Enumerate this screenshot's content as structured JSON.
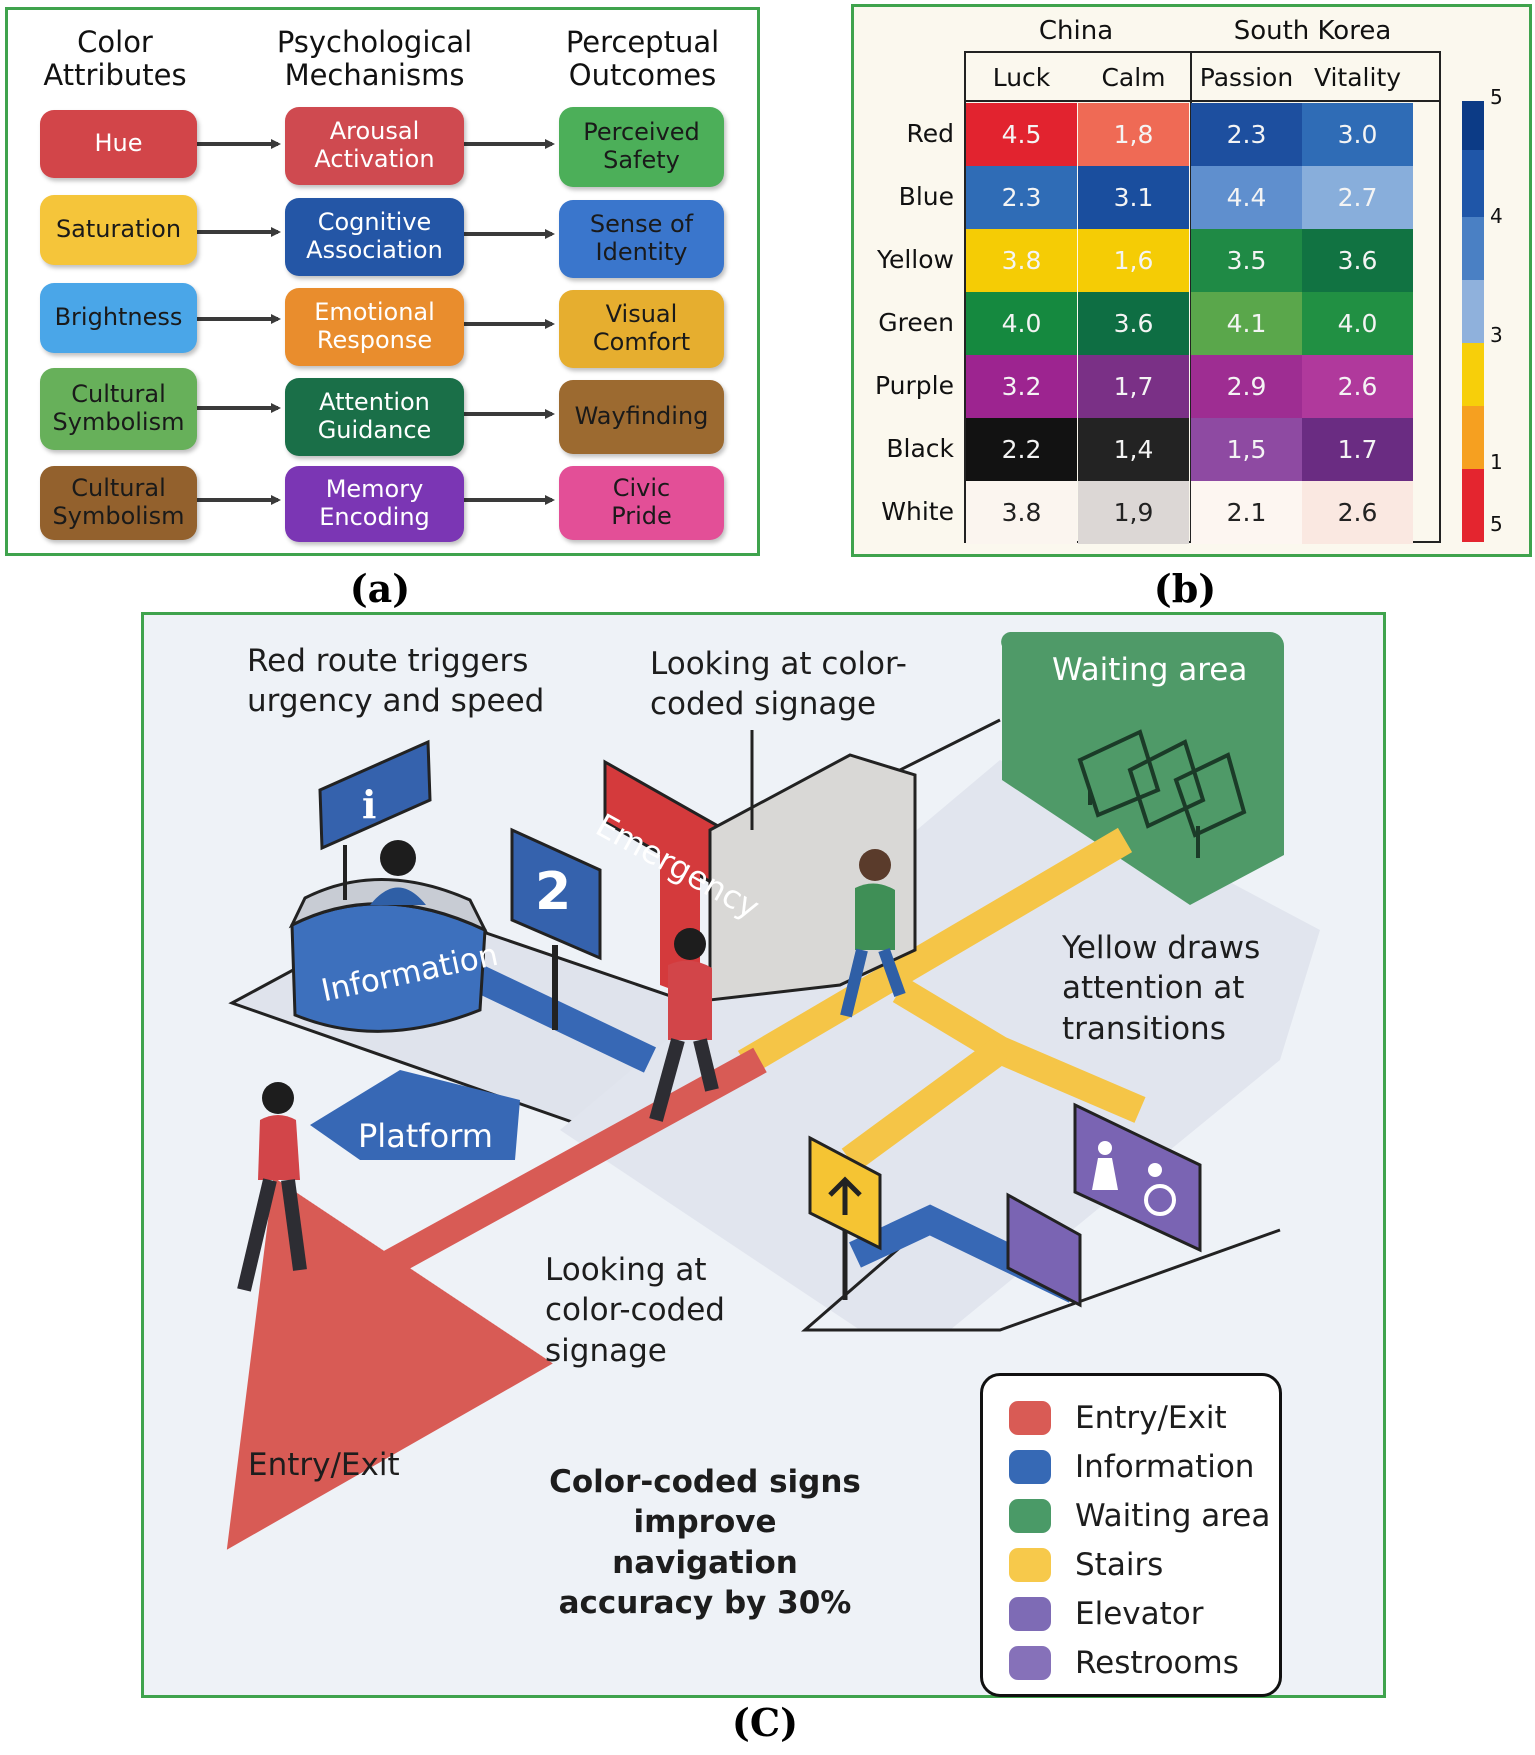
{
  "panel_a": {
    "caption": "(a)",
    "headers": [
      "Color\nAttributes",
      "Psychological\nMechanisms",
      "Perceptual\nOutcomes"
    ],
    "rows": [
      {
        "attribute": {
          "label": "Hue",
          "color": "#d24549"
        },
        "mechanism": {
          "label": "Arousal\nActivation",
          "color": "#cf4a50"
        },
        "outcome": {
          "label": "Perceived\nSafety",
          "color": "#4caf59"
        }
      },
      {
        "attribute": {
          "label": "Saturation",
          "color": "#f5c53a"
        },
        "mechanism": {
          "label": "Cognitive\nAssociation",
          "color": "#2456a6"
        },
        "outcome": {
          "label": "Sense of\nIdentity",
          "color": "#3a76cc"
        }
      },
      {
        "attribute": {
          "label": "Brightness",
          "color": "#4aa6e8"
        },
        "mechanism": {
          "label": "Emotional\nResponse",
          "color": "#e98d2d"
        },
        "outcome": {
          "label": "Visual\nComfort",
          "color": "#e6ae2f"
        }
      },
      {
        "attribute": {
          "label": "Cultural\nSymbolism",
          "color": "#67b05a"
        },
        "mechanism": {
          "label": "Attention\nGuidance",
          "color": "#1a6f48"
        },
        "outcome": {
          "label": "Wayfinding",
          "color": "#9c6a30"
        }
      },
      {
        "attribute": {
          "label": "Cultural\nSymbolism",
          "color": "#93612d"
        },
        "mechanism": {
          "label": "Memory\nEncoding",
          "color": "#7b36b4"
        },
        "outcome": {
          "label": "Civic\nPride",
          "color": "#e34f97"
        }
      }
    ]
  },
  "panel_b": {
    "caption": "(b)",
    "groups": [
      "China",
      "South Korea"
    ],
    "columns": [
      "Luck",
      "Calm",
      "Passion",
      "Vitality"
    ],
    "rows": [
      "Red",
      "Blue",
      "Yellow",
      "Green",
      "Purple",
      "Black",
      "White"
    ],
    "cells": [
      [
        "4.5",
        "1,8",
        "2.3",
        "3.0"
      ],
      [
        "2.3",
        "3.1",
        "4.4",
        "2.7"
      ],
      [
        "3.8",
        "1,6",
        "3.5",
        "3.6"
      ],
      [
        "4.0",
        "3.6",
        "4.1",
        "4.0"
      ],
      [
        "3.2",
        "1,7",
        "2.9",
        "2.6"
      ],
      [
        "2.2",
        "1,4",
        "1,5",
        "1.7"
      ],
      [
        "3.8",
        "1,9",
        "2.1",
        "2.6"
      ]
    ],
    "cell_colors": [
      [
        "#e2232f",
        "#ef6a55",
        "#1d4f9f",
        "#2f6cb6"
      ],
      [
        "#2f6cb6",
        "#1a4e9e",
        "#5f8fce",
        "#88aedb"
      ],
      [
        "#f5cc05",
        "#f5cc05",
        "#1f8a45",
        "#117342"
      ],
      [
        "#15893f",
        "#0e6e43",
        "#5aa74b",
        "#219043"
      ],
      [
        "#9d2490",
        "#7a3086",
        "#9e2d92",
        "#b0399c"
      ],
      [
        "#121212",
        "#232323",
        "#8e4aa2",
        "#6a2c82"
      ],
      [
        "#fbf5ef",
        "#dcd7d5",
        "#fdf6f1",
        "#fae8e1"
      ]
    ],
    "colorbar": {
      "ticks": [
        "5",
        "4",
        "3",
        "1",
        "5"
      ],
      "colors": [
        "#0c3b86",
        "#1f56a8",
        "#4a80c4",
        "#8fb1dc",
        "#f7cf0a",
        "#f6a020",
        "#e4252f"
      ]
    }
  },
  "panel_c": {
    "caption": "(C)",
    "annotations": {
      "red_route": "Red route triggers\nurgency and speed",
      "looking_top": "Looking at color-\ncoded signage",
      "yellow": "Yellow draws\nattention at\ntransitions",
      "looking_mid": "Looking at\ncolor-coded\nsignage",
      "entry_exit": "Entry/Exit",
      "headline": "Color-coded signs\nimprove navigation\naccuracy by 30%"
    },
    "signs": {
      "info_kiosk": "i",
      "information": "Information",
      "platform_number": "2",
      "platform": "Platform",
      "emergency": "Emergency",
      "waiting_area": "Waiting area"
    },
    "legend": [
      {
        "label": "Entry/Exit",
        "color": "#d95b55"
      },
      {
        "label": "Information",
        "color": "#3669b5"
      },
      {
        "label": "Waiting area",
        "color": "#4a9a67"
      },
      {
        "label": "Stairs",
        "color": "#f7c94b"
      },
      {
        "label": "Elevator",
        "color": "#7e6bb5"
      },
      {
        "label": "Restrooms",
        "color": "#8671b9"
      }
    ]
  }
}
